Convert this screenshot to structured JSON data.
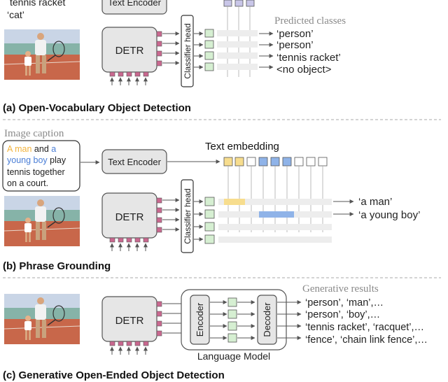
{
  "panel_a": {
    "class_names": [
      "tennis racket",
      "‘cat’"
    ],
    "text_encoder_label": "Text Encoder",
    "detr_label": "DETR",
    "classifier_head_label": "Classifier head",
    "predicted_classes_title": "Predicted classes",
    "outputs": [
      "‘person’",
      "‘person’",
      "‘tennis racket’",
      "<no object>"
    ],
    "caption": "(a) Open-Vocabulary Object Detection"
  },
  "panel_b": {
    "image_caption_title": "Image caption",
    "caption_lines": [
      [
        {
          "text": "A man",
          "color": "#f2b33d"
        },
        {
          "text": " and ",
          "color": "#222222"
        },
        {
          "text": "a",
          "color": "#4a7ed6"
        }
      ],
      [
        {
          "text": "young boy",
          "color": "#4a7ed6"
        },
        {
          "text": "  play",
          "color": "#222222"
        }
      ],
      [
        {
          "text": "tennis together",
          "color": "#222222"
        }
      ],
      [
        {
          "text": "on a court.",
          "color": "#222222"
        }
      ]
    ],
    "text_encoder_label": "Text Encoder",
    "text_embedding_label": "Text embedding",
    "detr_label": "DETR",
    "classifier_head_label": "Classifier head",
    "outputs": [
      "‘a man’",
      "‘a young boy’"
    ],
    "caption": "(b) Phrase Grounding"
  },
  "panel_c": {
    "detr_label": "DETR",
    "encoder_label": "Encoder",
    "decoder_label": "Decoder",
    "language_model_label": "Language Model",
    "generative_results_title": "Generative results",
    "outputs": [
      "‘person’, ‘man’,…",
      "‘person’, ‘boy’,…",
      "‘tennis racket’, ‘racquet’,…",
      "‘fence’, ‘chain link fence’,…"
    ],
    "caption": "(c) Generative Open-Ended Object Detection"
  },
  "colors": {
    "module_fill": "#e6e6e6",
    "query_pink": "#c9688f",
    "embed_lavender": "#c9c6e8",
    "token_green": "#d6efd2",
    "man_yellow": "#f7dd8e",
    "boy_blue": "#8fb3e8",
    "grey_text": "#8a8a8a"
  }
}
